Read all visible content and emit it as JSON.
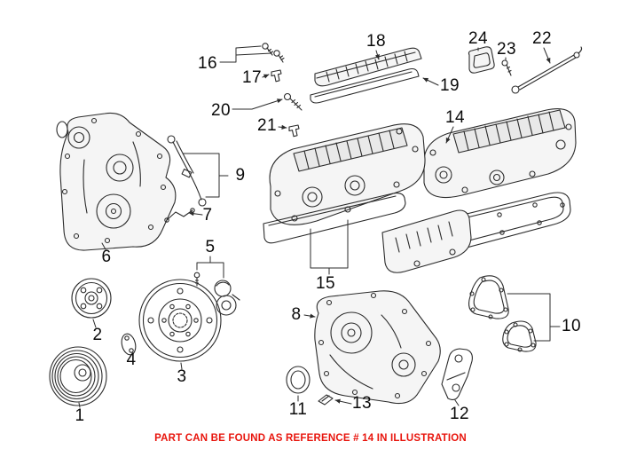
{
  "caption": {
    "text": "PART CAN BE FOUND AS REFERENCE # 14 IN ILLUSTRATION"
  },
  "colors": {
    "caption_red": "#e8150d",
    "diagram_line": "#2b2b2b",
    "background": "#ffffff"
  },
  "labels": [
    {
      "num": "1"
    },
    {
      "num": "2"
    },
    {
      "num": "3"
    },
    {
      "num": "4"
    },
    {
      "num": "5"
    },
    {
      "num": "6"
    },
    {
      "num": "7"
    },
    {
      "num": "8"
    },
    {
      "num": "9"
    },
    {
      "num": "10"
    },
    {
      "num": "11"
    },
    {
      "num": "12"
    },
    {
      "num": "13"
    },
    {
      "num": "14"
    },
    {
      "num": "15"
    },
    {
      "num": "16"
    },
    {
      "num": "17"
    },
    {
      "num": "18"
    },
    {
      "num": "19"
    },
    {
      "num": "20"
    },
    {
      "num": "21"
    },
    {
      "num": "22"
    },
    {
      "num": "23"
    },
    {
      "num": "24"
    }
  ]
}
